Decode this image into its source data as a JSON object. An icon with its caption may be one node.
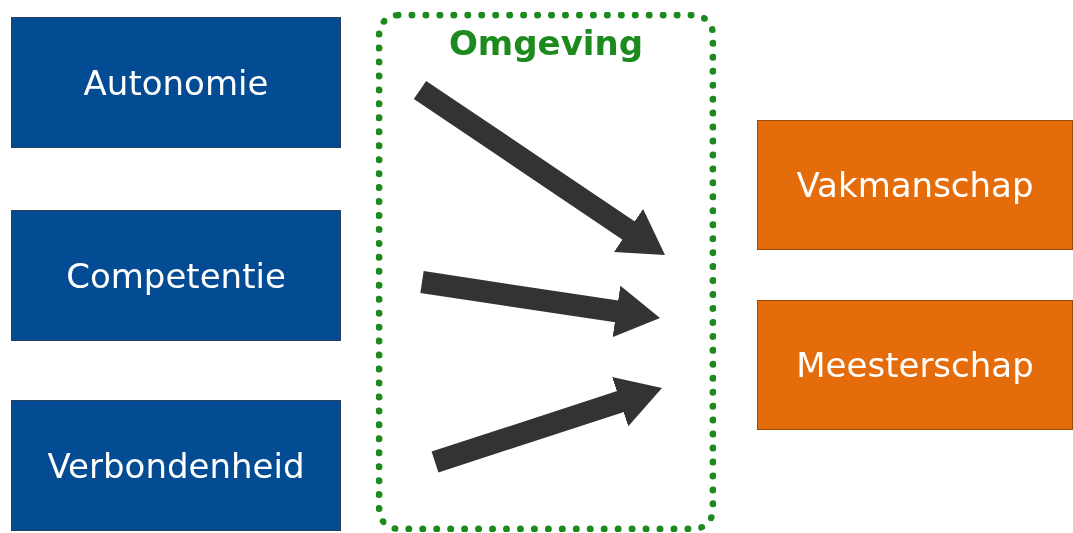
{
  "diagram": {
    "nodes": [
      {
        "text": [
          "Autonomie"
        ]
      },
      {
        "text": [
          "Competentie"
        ]
      },
      {
        "text": [
          "Verbondenheid"
        ]
      },
      {
        "text": [
          "Omgeving"
        ]
      },
      {
        "text": [
          "Vakmanschap"
        ]
      },
      {
        "text": [
          "Meesterschap"
        ]
      }
    ]
  }
}
